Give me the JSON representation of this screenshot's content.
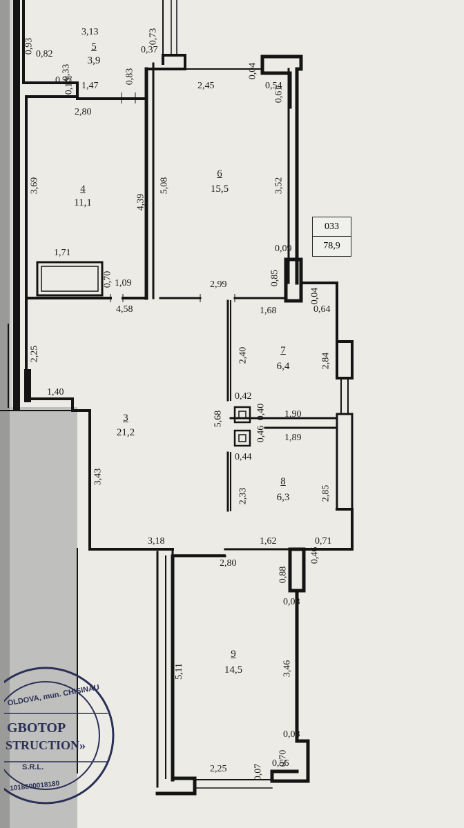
{
  "plan_total": {
    "code": "033",
    "area": "78,9"
  },
  "rooms": [
    {
      "number": "5",
      "area": "3,9"
    },
    {
      "number": "4",
      "area": "11,1"
    },
    {
      "number": "6",
      "area": "15,5"
    },
    {
      "number": "3",
      "area": "21,2"
    },
    {
      "number": "7",
      "area": "6,4"
    },
    {
      "number": "8",
      "area": "6,3"
    },
    {
      "number": "9",
      "area": "14,5"
    }
  ],
  "dimensions": [
    "3,13",
    "0,93",
    "0,82",
    "0,37",
    "0,33",
    "0,10",
    "1,47",
    "0,83",
    "0,73",
    "0,37",
    "2,80",
    "2,45",
    "0,04",
    "0,54",
    "0,61",
    "3,69",
    "4,39",
    "5,08",
    "3,52",
    "1,71",
    "0,70",
    "1,09",
    "0,09",
    "0,85",
    "2,99",
    "4,58",
    "1,68",
    "0,64",
    "0,04",
    "2,25",
    "2,40",
    "2,84",
    "1,40",
    "0,42",
    "0,40",
    "1,90",
    "0,46",
    "1,89",
    "3,43",
    "5,68",
    "0,44",
    "2,33",
    "2,85",
    "3,18",
    "1,62",
    "0,71",
    "0,46",
    "2,80",
    "0,88",
    "0,08",
    "5,11",
    "3,46",
    "0,08",
    "0,70",
    "0,56",
    "0,07",
    "2,25"
  ],
  "stamp": {
    "ring_text": "OLDOVA, mun. CHIȘINĂU",
    "line1": "GBOTOP",
    "line2": "STRUCTION»",
    "line3": "S.R.L.",
    "code": "1018600018180"
  }
}
